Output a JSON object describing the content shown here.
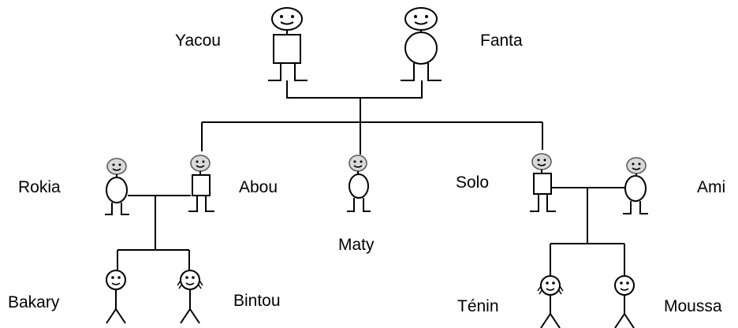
{
  "people": {
    "yacou": {
      "name": "Yacou",
      "gender": "male"
    },
    "fanta": {
      "name": "Fanta",
      "gender": "female"
    },
    "rokia": {
      "name": "Rokia",
      "gender": "female"
    },
    "abou": {
      "name": "Abou",
      "gender": "male"
    },
    "maty": {
      "name": "Maty",
      "gender": "female"
    },
    "solo": {
      "name": "Solo",
      "gender": "male"
    },
    "ami": {
      "name": "Ami",
      "gender": "female"
    },
    "bakary": {
      "name": "Bakary",
      "gender": "male"
    },
    "bintou": {
      "name": "Bintou",
      "gender": "female"
    },
    "tenin": {
      "name": "Ténin",
      "gender": "female"
    },
    "moussa": {
      "name": "Moussa",
      "gender": "male"
    }
  },
  "relations": [
    {
      "parents": [
        "yacou",
        "fanta"
      ],
      "children": [
        "abou",
        "maty",
        "solo"
      ]
    },
    {
      "parents": [
        "rokia",
        "abou"
      ],
      "children": [
        "bakary",
        "bintou"
      ]
    },
    {
      "parents": [
        "solo",
        "ami"
      ],
      "children": [
        "tenin",
        "moussa"
      ]
    }
  ],
  "colors": {
    "ink": "#000000",
    "head_gray": "#d9d9d9",
    "background": "#ffffff"
  }
}
